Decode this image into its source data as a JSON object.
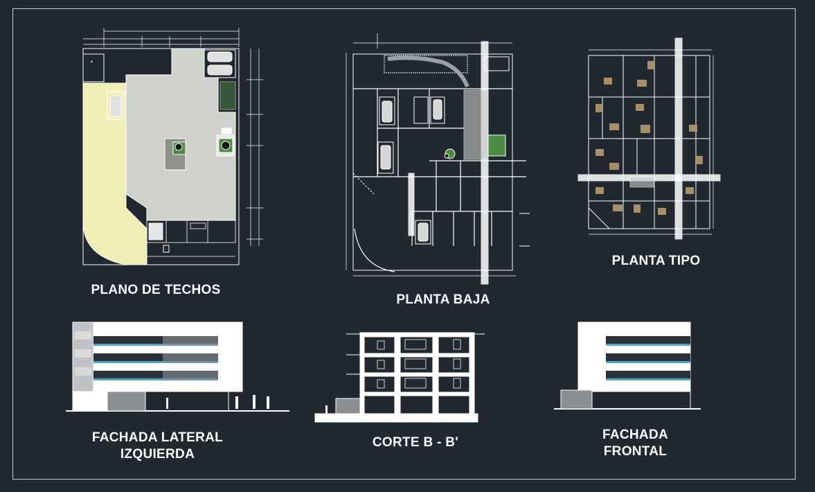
{
  "sheet": {
    "background": "#212830",
    "line_color": "#ffffff",
    "roof_slab_color": "#cfd1cc",
    "roof_terrace_color": "#efeeb4",
    "vegetation_color": "#4e8b45",
    "furniture_color": "#b59a6e"
  },
  "drawings": {
    "roof_plan": {
      "title": "PLANO DE TECHOS"
    },
    "ground_floor": {
      "title": "PLANTA BAJA"
    },
    "typical_floor": {
      "title": "PLANTA TIPO"
    },
    "side_elevation": {
      "title_line1": "FACHADA LATERAL",
      "title_line2": "IZQUIERDA"
    },
    "section": {
      "title": "CORTE B - B'"
    },
    "front_elevation": {
      "title_line1": "FACHADA",
      "title_line2": "FRONTAL"
    }
  }
}
